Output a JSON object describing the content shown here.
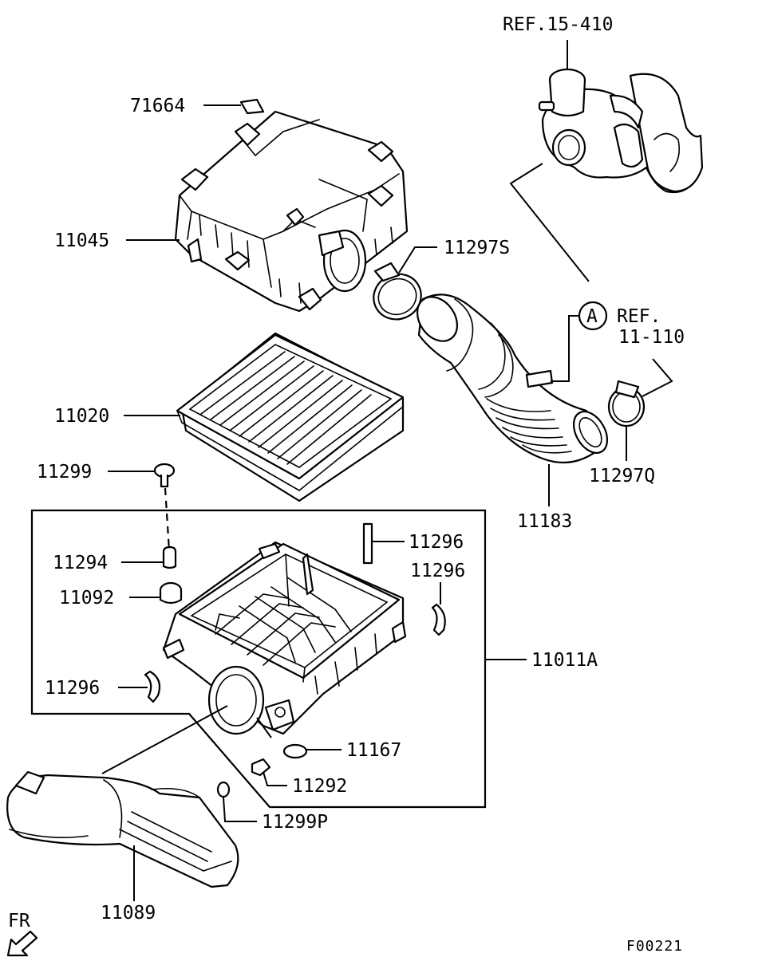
{
  "labels": {
    "ref_15_410": "REF.15-410",
    "p71664": "71664",
    "p11045": "11045",
    "p11297S": "11297S",
    "circle_a": "A",
    "ref_11_110_line1": "REF.",
    "ref_11_110_line2": "11-110",
    "p11020": "11020",
    "p11297Q": "11297Q",
    "p11183": "11183",
    "p11299": "11299",
    "p11296_a": "11296",
    "p11294": "11294",
    "p11296_b": "11296",
    "p11092": "11092",
    "p11011A": "11011A",
    "p11296_c": "11296",
    "p11167": "11167",
    "p11292": "11292",
    "p11299P": "11299P",
    "p11089": "11089",
    "fr": "FR",
    "figure_code": "F00221"
  }
}
